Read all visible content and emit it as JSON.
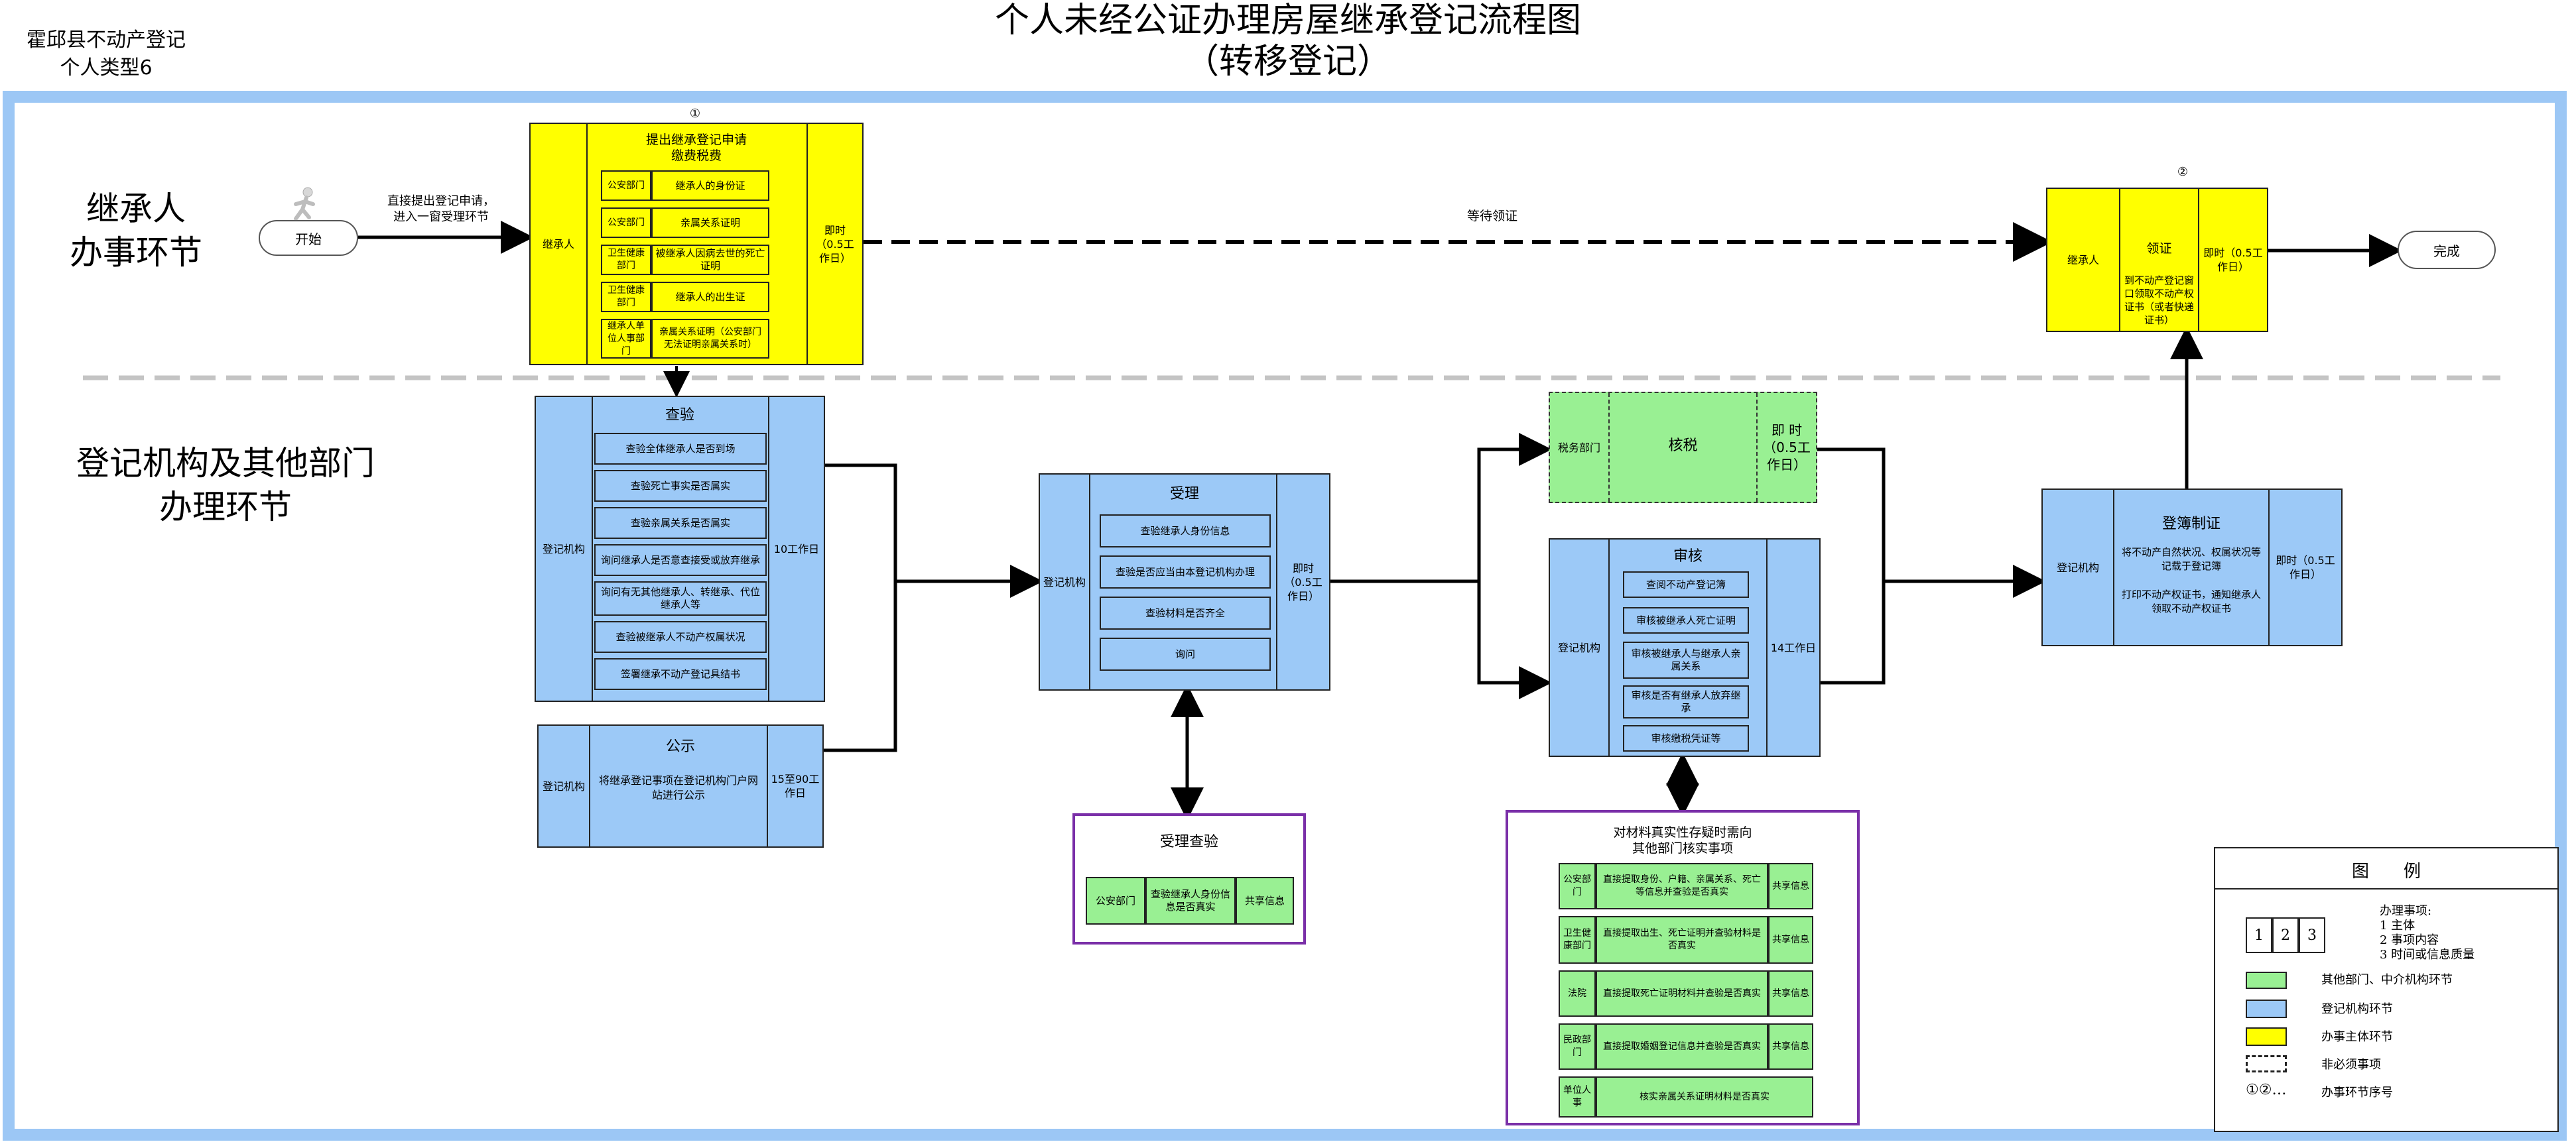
{
  "header": {
    "title_line1": "个人未经公证办理房屋继承登记流程图",
    "title_line2": "（转移登记）",
    "corner_line1": "霍邱县不动产登记",
    "corner_line2": "个人类型6"
  },
  "lanes": {
    "top_line1": "继承人",
    "top_line2": "办事环节",
    "bottom_line1": "登记机构及其他部门",
    "bottom_line2": "办理环节"
  },
  "start": {
    "label": "开始",
    "note_line1": "直接提出登记申请，",
    "note_line2": "进入一窗受理环节"
  },
  "end": {
    "label": "完成"
  },
  "wait_label": "等待领证",
  "step1": {
    "num": "①",
    "subject": "继承人",
    "title_line1": "提出继承登记申请",
    "title_line2": "缴费税费",
    "time": "即时（0.5工作日）",
    "rows": [
      {
        "dept": "公安部门",
        "item": "继承人的身份证"
      },
      {
        "dept": "公安部门",
        "item": "亲属关系证明"
      },
      {
        "dept": "卫生健康部门",
        "item": "被继承人因病去世的死亡证明"
      },
      {
        "dept": "卫生健康部门",
        "item": "继承人的出生证"
      },
      {
        "dept": "继承人单位人事部门",
        "item": "亲属关系证明（公安部门无法证明亲属关系时）"
      }
    ]
  },
  "step2": {
    "num": "②",
    "subject": "继承人",
    "title": "领证",
    "desc": "到不动产登记窗口领取不动产权证书（或者快递证书）",
    "time": "即时（0.5工作日）"
  },
  "inspect": {
    "title": "查验",
    "subject": "登记机构",
    "time": "10工作日",
    "items": [
      "查验全体继承人是否到场",
      "查验死亡事实是否属实",
      "查验亲属关系是否属实",
      "询问继承人是否意查接受或放弃继承",
      "询问有无其他继承人、转继承、代位继承人等",
      "查验被继承人不动产权属状况",
      "签署继承不动产登记具结书"
    ]
  },
  "publicity": {
    "title": "公示",
    "subject": "登记机构",
    "desc": "将继承登记事项在登记机构门户网站进行公示",
    "time": "15至90工作日"
  },
  "accept": {
    "title": "受理",
    "subject": "登记机构",
    "time": "即时（0.5工作日）",
    "items": [
      "查验继承人身份信息",
      "查验是否应当由本登记机构办理",
      "查验材料是否齐全",
      "询问"
    ]
  },
  "accept_check": {
    "title": "受理查验",
    "dept": "公安部门",
    "item": "查验继承人身份信息是否真实",
    "method": "共享信息"
  },
  "tax": {
    "dept": "税务部门",
    "title": "核税",
    "time": "即 时（0.5工作日）"
  },
  "review": {
    "title": "审核",
    "subject": "登记机构",
    "time": "14工作日",
    "items": [
      "查阅不动产登记簿",
      "审核被继承人死亡证明",
      "审核被继承人与继承人亲属关系",
      "审核是否有继承人放弃继承",
      "审核缴税凭证等"
    ]
  },
  "verify": {
    "title_line1": "对材料真实性存疑时需向",
    "title_line2": "其他部门核实事项",
    "rows": [
      {
        "dept": "公安部门",
        "item": "直接提取身份、户籍、亲属关系、死亡等信息并查验是否真实",
        "method": "共享信息"
      },
      {
        "dept": "卫生健康部门",
        "item": "直接提取出生、死亡证明并查验材料是否真实",
        "method": "共享信息"
      },
      {
        "dept": "法院",
        "item": "直接提取死亡证明材料并查验是否真实",
        "method": "共享信息"
      },
      {
        "dept": "民政部门",
        "item": "直接提取婚姻登记信息并查验是否真实",
        "method": "共享信息"
      },
      {
        "dept": "单位人事",
        "item": "核实亲属关系证明材料是否真实",
        "method": ""
      }
    ]
  },
  "register": {
    "title": "登簿制证",
    "subject": "登记机构",
    "desc1": "将不动产自然状况、权属状况等记载于登记簿",
    "desc2": "打印不动产权证书，通知继承人领取不动产权证书",
    "time": "即时（0.5工作日）"
  },
  "legend": {
    "title": "图　　例",
    "cells": [
      "1",
      "2",
      "3"
    ],
    "item_title": "办理事项:",
    "item_1": "1 主体",
    "item_2": "2 事项内容",
    "item_3": "3 时间或信息质量",
    "green": "其他部门、中介机构环节",
    "blue": "登记机构环节",
    "yellow": "办事主体环节",
    "dashed": "非必须事项",
    "seq_symbol": "①②…",
    "seq": "办事环节序号"
  },
  "colors": {
    "yellow": "#ffff00",
    "blue": "#9cc9f7",
    "green": "#99f093",
    "frame": "#9cc7f5",
    "purple": "#7a2fa8"
  }
}
